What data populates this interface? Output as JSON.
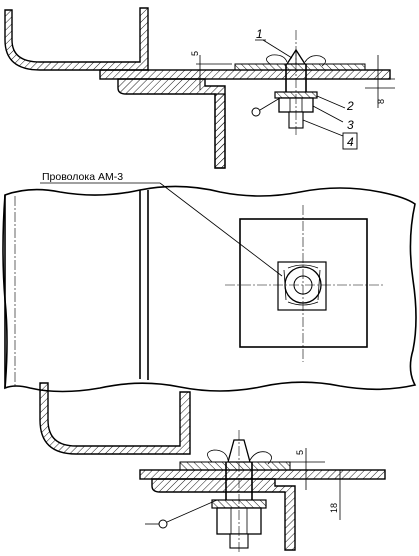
{
  "colors": {
    "ink": "#000000",
    "paper": "#ffffff"
  },
  "top_view": {
    "callouts": [
      {
        "id": "1",
        "label": "1"
      },
      {
        "id": "2",
        "label": "2"
      },
      {
        "id": "3",
        "label": "3"
      },
      {
        "id": "4",
        "label": "4"
      }
    ],
    "dim_left": "5",
    "dim_right": "8"
  },
  "plan_view": {
    "wire_label": "Проволока АМ-3"
  },
  "bottom_view": {
    "dim_top": "5",
    "dim_side": "18"
  }
}
